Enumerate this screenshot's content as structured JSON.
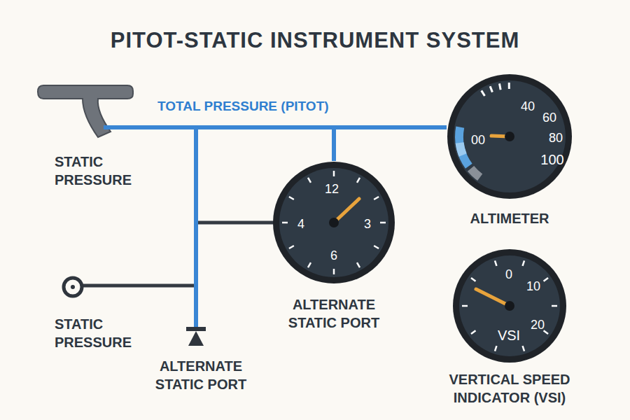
{
  "diagram": {
    "title": "PITOT-STATIC INSTRUMENT SYSTEM",
    "nodes": [
      {
        "text": [
          "40",
          "60",
          "80",
          "100",
          "00",
          "ALTIMETER"
        ]
      },
      {
        "text": [
          "12",
          "4",
          "3",
          "6",
          "ALTERNATE STATIC PORT"
        ]
      },
      {
        "text": [
          "0",
          "10",
          "20",
          "VSI",
          "VERTICAL SPEED INDICATOR (VSI)"
        ]
      }
    ],
    "edges": [
      {
        "from": 1,
        "to": 0,
        "arrow": "none"
      }
    ],
    "labels": [
      "TOTAL PRESSURE (PITOT)",
      "STATIC PRESSURE",
      "STATIC PRESSURE",
      "ALTERNATE STATIC PORT"
    ]
  }
}
